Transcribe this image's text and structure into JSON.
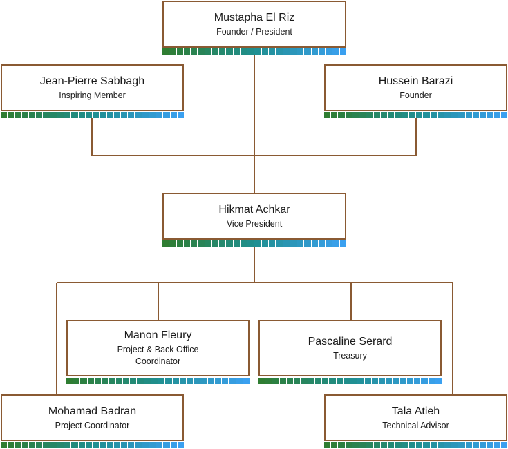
{
  "colors": {
    "border": "#8a5a33",
    "connector": "#8a5a33",
    "stripe_start": "#2f7d32",
    "stripe_mid": "#1f8f8f",
    "stripe_end": "#3aa0f0"
  },
  "nodes": [
    {
      "key": "el-riz",
      "name": "Mustapha El Riz",
      "role": "Founder / President"
    },
    {
      "key": "sabbagh",
      "name": "Jean-Pierre Sabbagh",
      "role": "Inspiring Member"
    },
    {
      "key": "barazi",
      "name": "Hussein Barazi",
      "role": "Founder"
    },
    {
      "key": "achkar",
      "name": "Hikmat Achkar",
      "role": "Vice President"
    },
    {
      "key": "fleury",
      "name": "Manon Fleury",
      "role": "Project & Back Office Coordinator"
    },
    {
      "key": "serard",
      "name": "Pascaline Serard",
      "role": "Treasury"
    },
    {
      "key": "badran",
      "name": "Mohamad Badran",
      "role": "Project Coordinator"
    },
    {
      "key": "atieh",
      "name": "Tala Atieh",
      "role": "Technical Advisor"
    }
  ]
}
